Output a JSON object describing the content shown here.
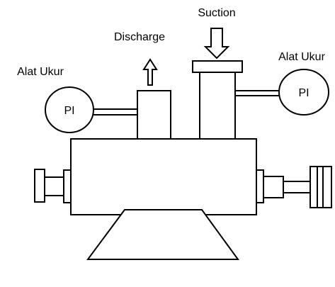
{
  "labels": {
    "suction": "Suction",
    "discharge": "Discharge",
    "gauge_left_title": "Alat Ukur",
    "gauge_right_title": "Alat Ukur",
    "gauge_left_symbol": "PI",
    "gauge_right_symbol": "PI"
  },
  "colors": {
    "stroke": "#000000",
    "background": "#ffffff"
  },
  "flow_arrows": {
    "suction": "down",
    "discharge": "up"
  }
}
